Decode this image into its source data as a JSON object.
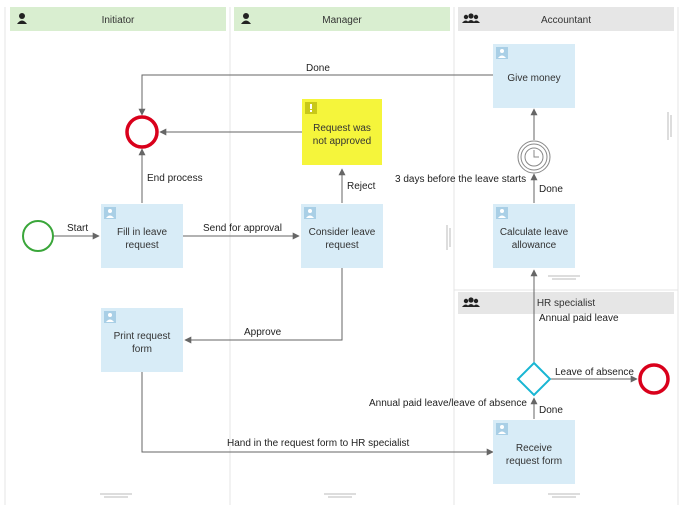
{
  "lanes": {
    "initiator": "Initiator",
    "manager": "Manager",
    "accountant": "Accountant",
    "hr": "HR specialist"
  },
  "tasks": {
    "fill": [
      "Fill in leave",
      "request"
    ],
    "consider": [
      "Consider leave",
      "request"
    ],
    "print": [
      "Print request",
      "form"
    ],
    "give": [
      "Give money"
    ],
    "calc": [
      "Calculate leave",
      "allowance"
    ],
    "receive": [
      "Receive",
      "request form"
    ],
    "note": [
      "Request was",
      "not approved"
    ]
  },
  "flows": {
    "start": "Start",
    "send": "Send for approval",
    "reject": "Reject",
    "end_process": "End process",
    "done_top": "Done",
    "approve": "Approve",
    "hand_in": "Hand in the request form to HR specialist",
    "three_days": "3 days before the leave starts",
    "done_calc": "Done",
    "annual_paid": "Annual paid leave",
    "leave_absence": "Leave of absence",
    "annual_or_absence": "Annual paid leave/leave of absence",
    "done_receive": "Done"
  },
  "colors": {
    "lane_header_green": "#d9eed0",
    "lane_header_gray": "#e6e6e6",
    "task_fill": "#d8ecf7",
    "note_fill": "#f5f53b",
    "start_stroke": "#3aa63a",
    "end_stroke": "#d9001b",
    "gateway_stroke": "#19b6d3"
  }
}
